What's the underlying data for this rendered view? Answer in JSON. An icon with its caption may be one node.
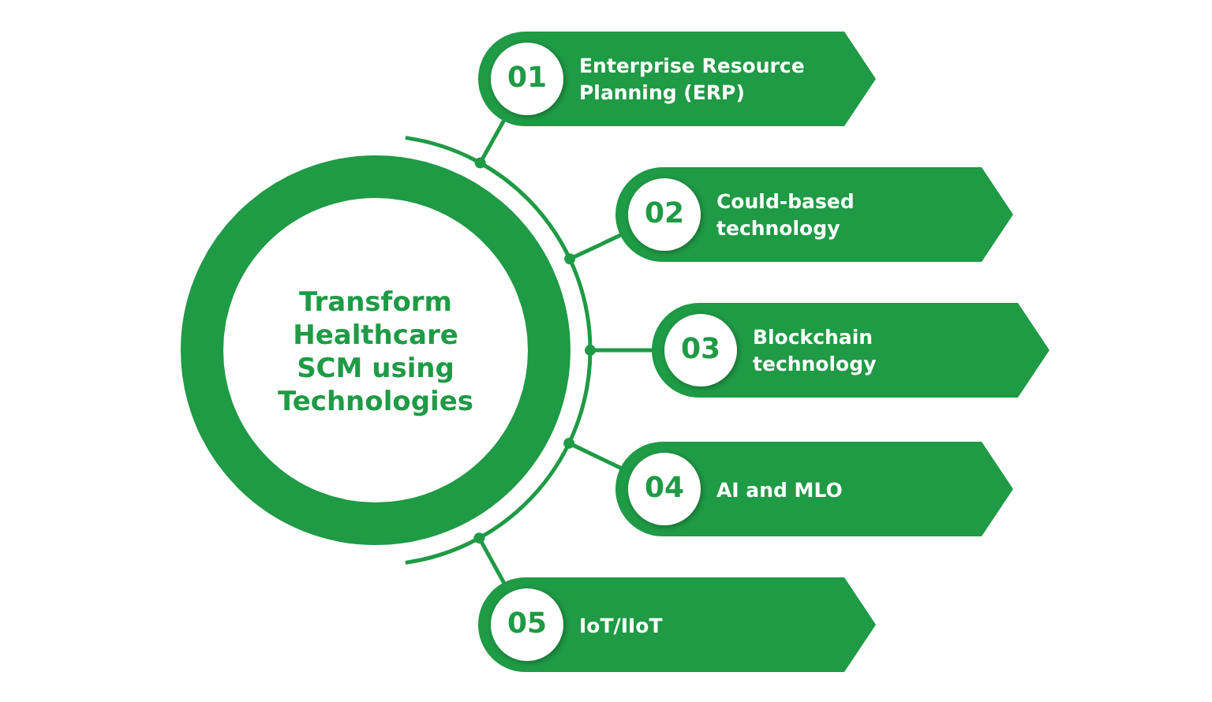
{
  "diagram": {
    "nodes": [
      {
        "text": [
          "Transform Healthcare SCM using Technologies"
        ]
      },
      {
        "text": [
          "01",
          "Enterprise Resource Planning (ERP)"
        ]
      },
      {
        "text": [
          "02",
          "Could-based technology"
        ]
      },
      {
        "text": [
          "03",
          "Blockchain technology"
        ]
      },
      {
        "text": [
          "04",
          "AI and MLO"
        ]
      },
      {
        "text": [
          "05",
          "IoT/IIoT"
        ]
      }
    ],
    "edges": [
      {
        "from": 0,
        "to": 1,
        "arrow": "other"
      },
      {
        "from": 0,
        "to": 2,
        "arrow": "other"
      },
      {
        "from": 0,
        "to": 3,
        "arrow": "other"
      },
      {
        "from": 0,
        "to": 4,
        "arrow": "other"
      },
      {
        "from": 0,
        "to": 5,
        "arrow": "other"
      }
    ]
  }
}
